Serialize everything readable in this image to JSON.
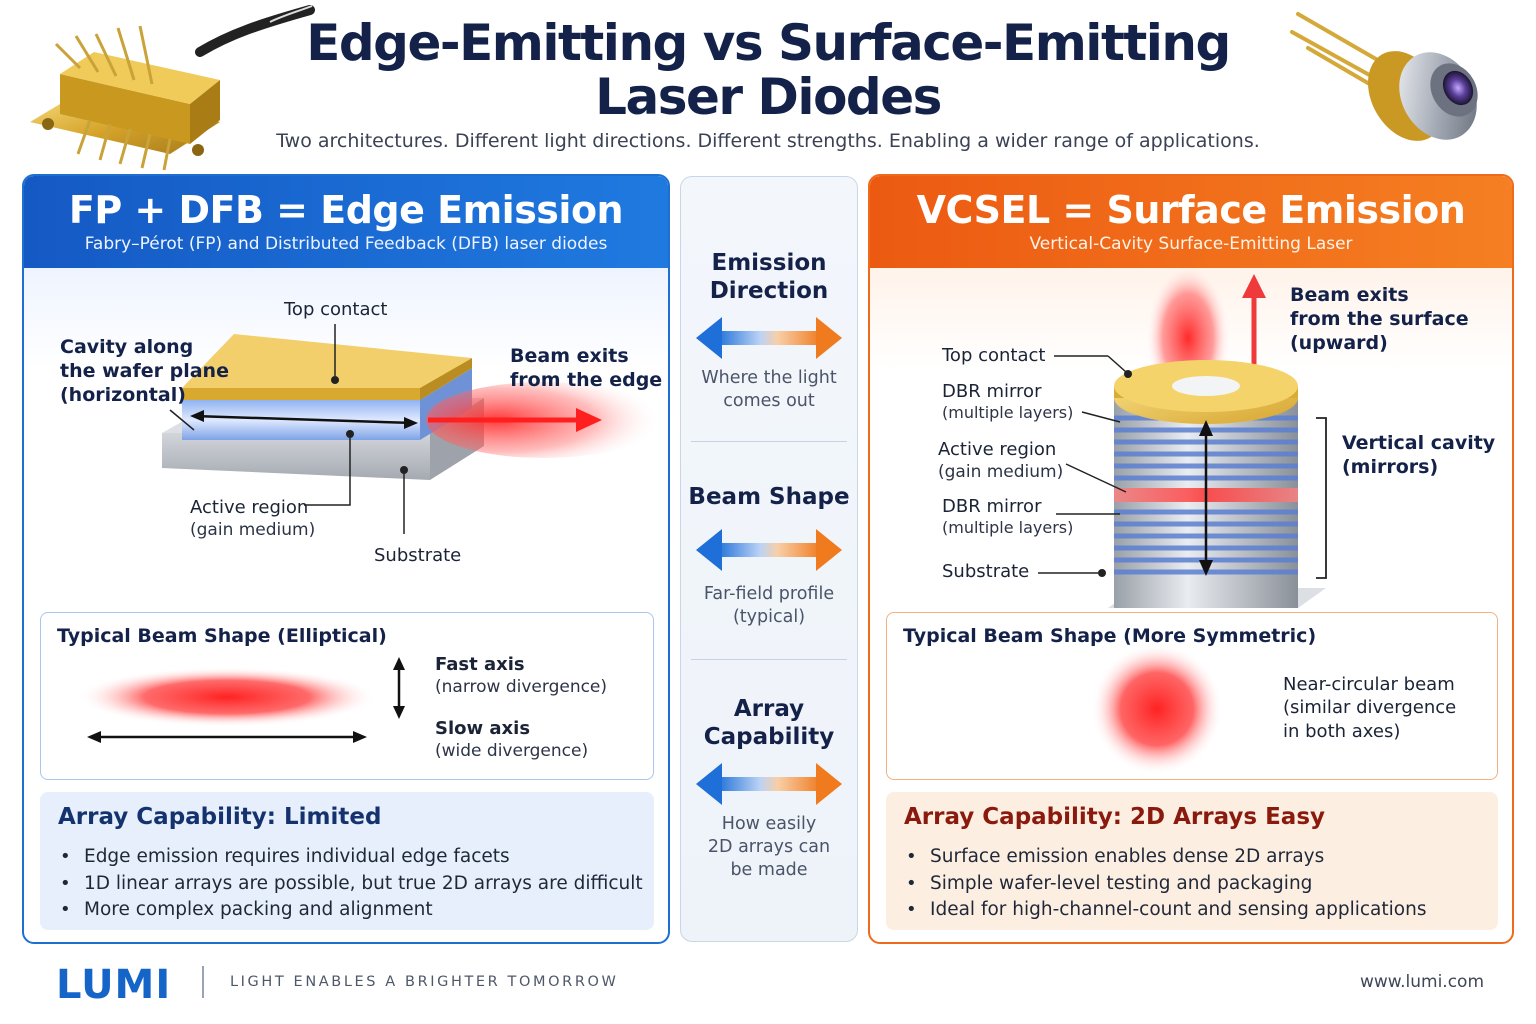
{
  "header": {
    "title_line1": "Edge-Emitting vs Surface-Emitting",
    "title_line2": "Laser Diodes",
    "subtitle": "Two architectures. Different light directions. Different strengths. Enabling a wider range of applications."
  },
  "left": {
    "title": "FP + DFB = Edge Emission",
    "subtitle": "Fabry–Pérot (FP) and Distributed Feedback (DFB) laser diodes",
    "labels": {
      "top_contact": "Top contact",
      "cavity_1": "Cavity along",
      "cavity_2": "the wafer plane",
      "cavity_3": "(horizontal)",
      "beam_1": "Beam exits",
      "beam_2": "from the edge",
      "active": "Active region",
      "active_sub": "(gain medium)",
      "substrate": "Substrate"
    },
    "beam": {
      "title": "Typical Beam Shape (Elliptical)",
      "fast_axis": "Fast axis",
      "fast_axis_sub": "(narrow divergence)",
      "slow_axis": "Slow axis",
      "slow_axis_sub": "(wide divergence)"
    },
    "array": {
      "title": "Array Capability: Limited",
      "items": [
        "Edge emission requires individual edge facets",
        "1D linear arrays are possible, but true 2D arrays are difficult",
        "More complex packing and alignment"
      ]
    }
  },
  "middle": {
    "sections": [
      {
        "title_1": "Emission",
        "title_2": "Direction",
        "desc_1": "Where the light",
        "desc_2": "comes out"
      },
      {
        "title_1": "Beam Shape",
        "desc_1": "Far-field profile",
        "desc_2": "(typical)"
      },
      {
        "title_1": "Array",
        "title_2": "Capability",
        "desc_1": "How easily",
        "desc_2": "2D arrays can",
        "desc_3": "be made"
      }
    ]
  },
  "right": {
    "title": "VCSEL = Surface Emission",
    "subtitle": "Vertical-Cavity Surface-Emitting Laser",
    "labels": {
      "beam_1": "Beam exits",
      "beam_2": "from the surface",
      "beam_3": "(upward)",
      "top_contact": "Top contact",
      "dbr_top": "DBR mirror",
      "dbr_top_sub": "(multiple layers)",
      "active": "Active region",
      "active_sub": "(gain medium)",
      "dbr_bottom": "DBR mirror",
      "dbr_bottom_sub": "(multiple layers)",
      "substrate": "Substrate",
      "cavity_1": "Vertical cavity",
      "cavity_2": "(mirrors)"
    },
    "beam": {
      "title": "Typical Beam Shape (More Symmetric)",
      "desc_1": "Near-circular beam",
      "desc_2": "(similar divergence",
      "desc_3": "in both axes)"
    },
    "array": {
      "title": "Array Capability: 2D Arrays Easy",
      "items": [
        "Surface emission enables dense 2D arrays",
        "Simple wafer-level testing and packaging",
        "Ideal for high-channel-count and sensing applications"
      ]
    }
  },
  "footer": {
    "logo": "LUMI",
    "tagline": "LIGHT ENABLES A BRIGHTER TOMORROW",
    "url": "www.lumi.com"
  },
  "colors": {
    "blue_accent": "#1e6fcf",
    "orange_accent": "#ef6a1a",
    "title_navy": "#14224a",
    "laser_red": "#ff2a2a",
    "gold": "#e2b83a"
  }
}
